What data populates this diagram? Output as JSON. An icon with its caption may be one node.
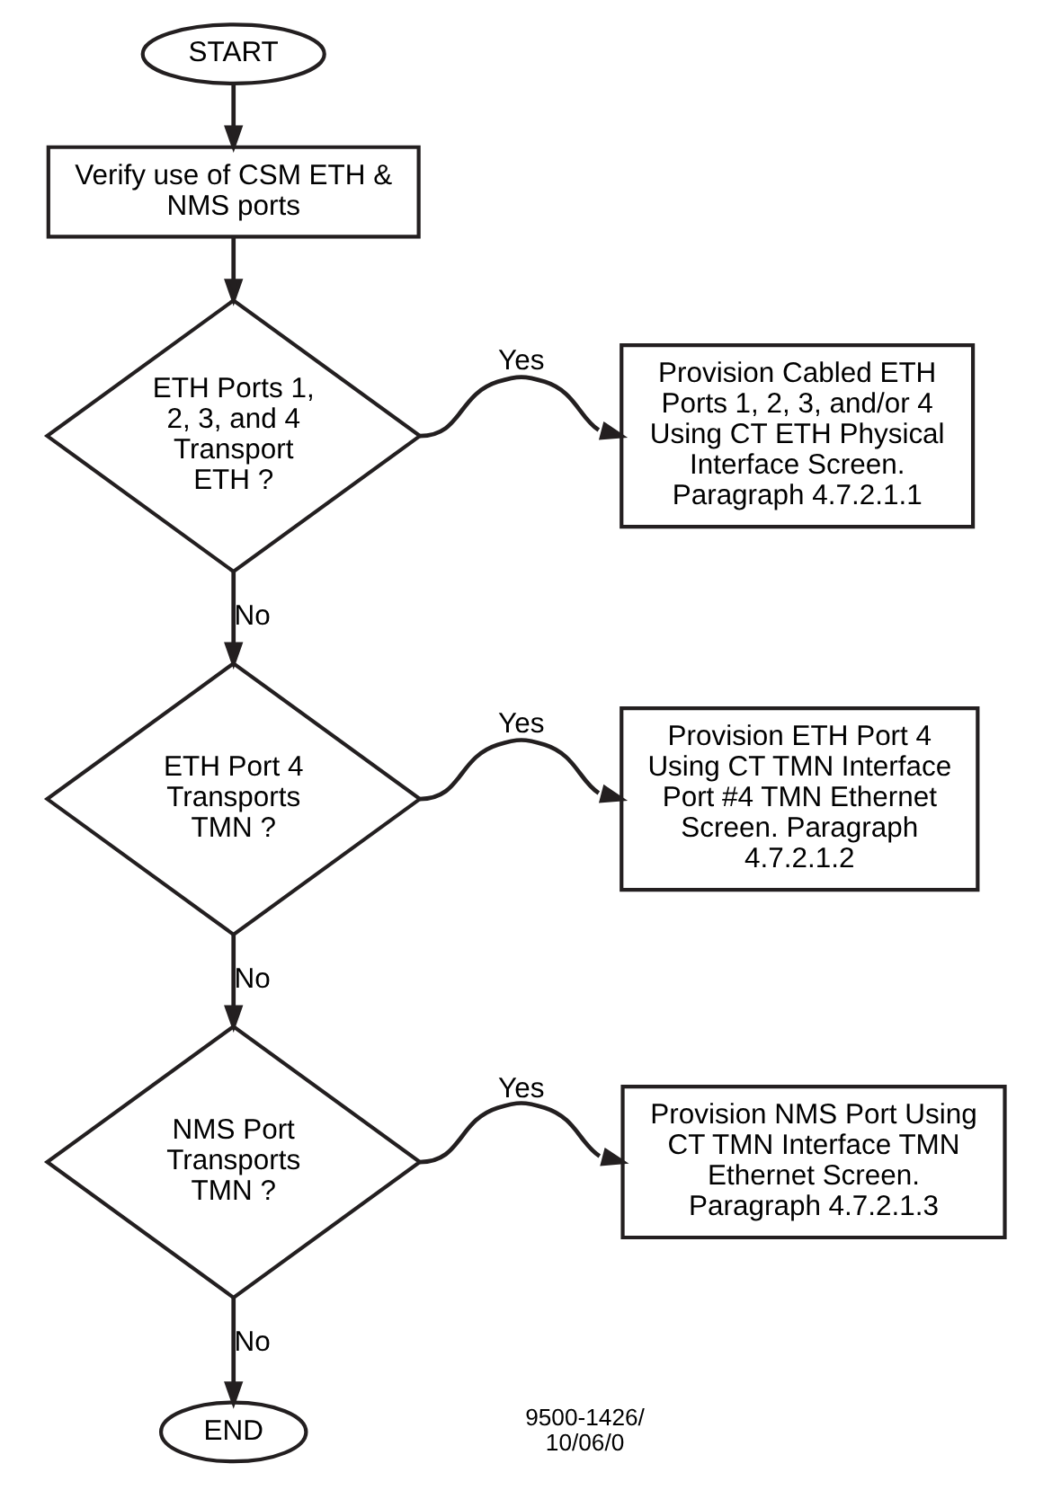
{
  "diagram": {
    "nodes": [
      {
        "text": [
          "START"
        ]
      },
      {
        "text": [
          "Verify use of CSM ETH & NMS ports"
        ]
      },
      {
        "text": [
          "ETH Ports 1, 2, 3, and 4 Transport ETH ?"
        ]
      },
      {
        "text": [
          "Provision Cabled ETH Ports 1, 2, 3, and/or 4 Using CT ETH Physical Interface Screen. Paragraph 4.7.2.1.1"
        ]
      },
      {
        "text": [
          "ETH Port 4 Transports TMN ?"
        ]
      },
      {
        "text": [
          "Provision ETH Port 4 Using CT TMN Interface Port #4 TMN Ethernet Screen. Paragraph 4.7.2.1.2"
        ]
      },
      {
        "text": [
          "NMS Port Transports TMN ?"
        ]
      },
      {
        "text": [
          "Provision NMS Port Using CT TMN Interface TMN Ethernet Screen. Paragraph 4.7.2.1.3"
        ]
      },
      {
        "text": [
          "END"
        ]
      }
    ],
    "edges": [
      {
        "from": 0,
        "to": 1,
        "arrow": "to"
      },
      {
        "from": 1,
        "to": 2,
        "arrow": "to"
      },
      {
        "from": 2,
        "to": 3,
        "arrow": "to",
        "label": "Yes"
      },
      {
        "from": 2,
        "to": 4,
        "arrow": "to",
        "label": "No"
      },
      {
        "from": 4,
        "to": 5,
        "arrow": "to",
        "label": "Yes"
      },
      {
        "from": 4,
        "to": 6,
        "arrow": "to",
        "label": "No"
      },
      {
        "from": 6,
        "to": 7,
        "arrow": "to",
        "label": "Yes"
      },
      {
        "from": 6,
        "to": 8,
        "arrow": "to",
        "label": "No"
      }
    ],
    "labels": [
      "9500-1426/",
      "10/06/0"
    ]
  }
}
